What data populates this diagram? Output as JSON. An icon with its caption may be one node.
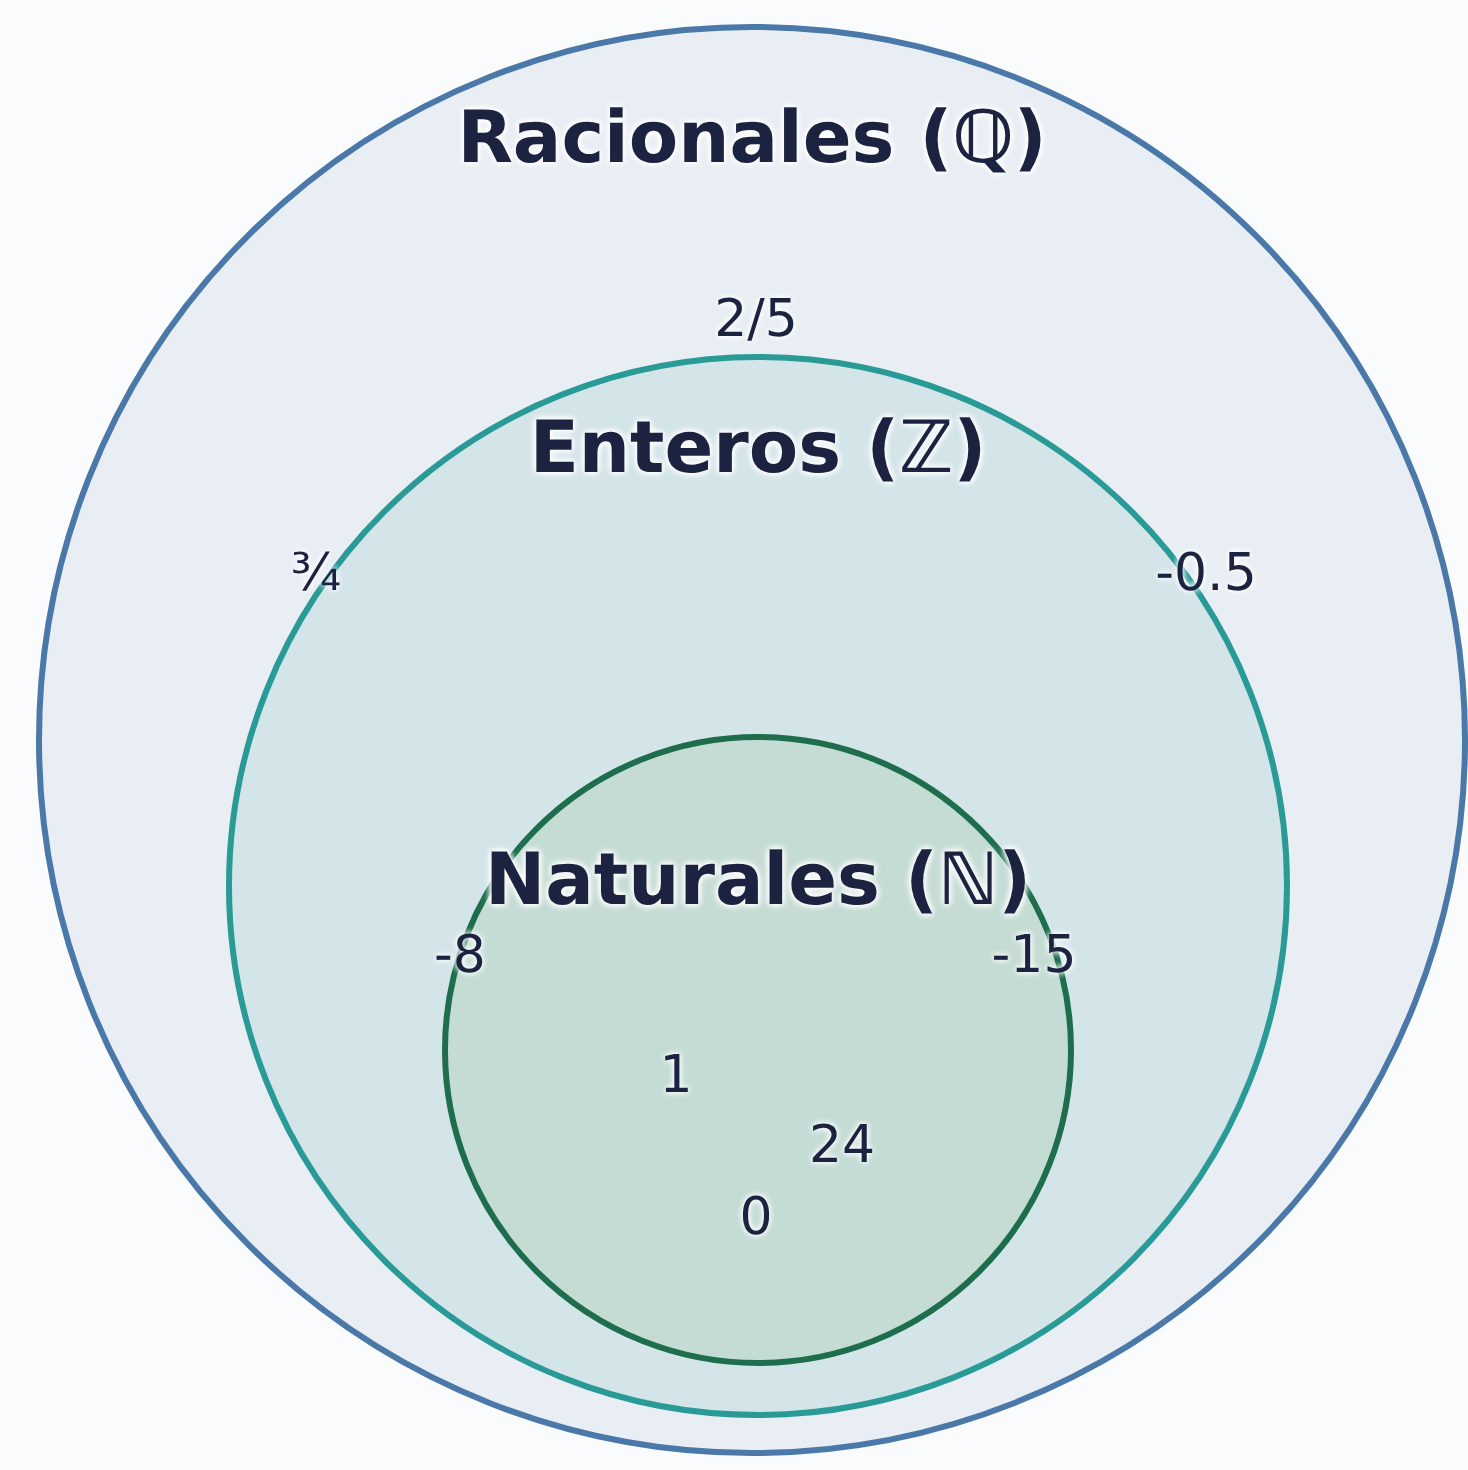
{
  "diagram": {
    "nodes": [
      {
        "text": [
          "Racionales (ℚ)"
        ]
      },
      {
        "text": [
          "Enteros (ℤ)"
        ],
        "in": 0
      },
      {
        "text": [
          "Naturales (ℕ)"
        ],
        "in": 1
      }
    ],
    "labels": [
      "2/5",
      "¾",
      "-0.5",
      "-8",
      "-15",
      "1",
      "24",
      "0"
    ]
  }
}
